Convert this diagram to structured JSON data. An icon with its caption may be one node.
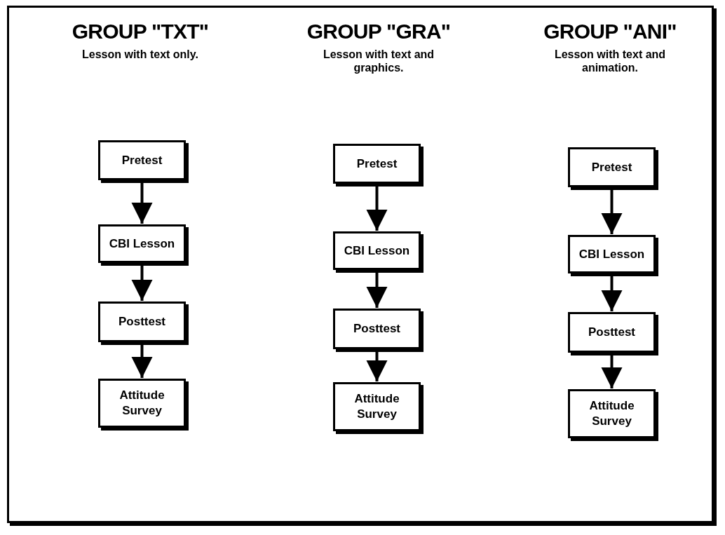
{
  "diagram": {
    "nodes": [
      {
        "text": [
          "Pretest"
        ]
      },
      {
        "text": [
          "CBI Lesson"
        ]
      },
      {
        "text": [
          "Posttest"
        ]
      },
      {
        "text": [
          "Attitude Survey"
        ]
      },
      {
        "text": [
          "Pretest"
        ]
      },
      {
        "text": [
          "CBI Lesson"
        ]
      },
      {
        "text": [
          "Posttest"
        ]
      },
      {
        "text": [
          "Attitude Survey"
        ]
      },
      {
        "text": [
          "Pretest"
        ]
      },
      {
        "text": [
          "CBI Lesson"
        ]
      },
      {
        "text": [
          "Posttest"
        ]
      },
      {
        "text": [
          "Attitude Survey"
        ]
      }
    ],
    "edges": [
      {
        "from": 0,
        "to": 1,
        "arrow": "to"
      },
      {
        "from": 1,
        "to": 2,
        "arrow": "to"
      },
      {
        "from": 2,
        "to": 3,
        "arrow": "to"
      },
      {
        "from": 4,
        "to": 5,
        "arrow": "to"
      },
      {
        "from": 5,
        "to": 6,
        "arrow": "to"
      },
      {
        "from": 6,
        "to": 7,
        "arrow": "to"
      },
      {
        "from": 8,
        "to": 9,
        "arrow": "to"
      },
      {
        "from": 9,
        "to": 10,
        "arrow": "to"
      },
      {
        "from": 10,
        "to": 11,
        "arrow": "to"
      }
    ],
    "labels": [
      "GROUP \"TXT\"",
      "Lesson with text only.",
      "GROUP \"GRA\"",
      "Lesson with text and graphics.",
      "GROUP \"ANI\"",
      "Lesson with text and animation."
    ]
  }
}
